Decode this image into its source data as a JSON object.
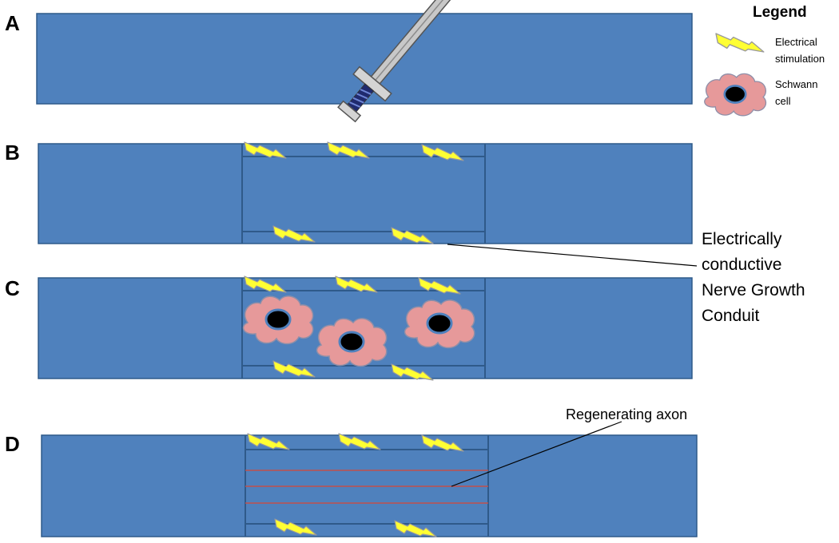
{
  "panels": {
    "a": "A",
    "b": "B",
    "c": "C",
    "d": "D"
  },
  "legend": {
    "title": "Legend",
    "stimulation_line1": "Electrical",
    "stimulation_line2": "stimulation",
    "schwann_line1": "Schwann",
    "schwann_line2": "cell"
  },
  "callouts": {
    "conduit_line1": "Electrically",
    "conduit_line2": "conductive",
    "conduit_line3": "Nerve Growth",
    "conduit_line4": "Conduit",
    "axon": "Regenerating axon"
  },
  "colors": {
    "nerve_fill": "#4f81bd",
    "nerve_stroke": "#2f5a8a",
    "bolt_fill": "#ffff33",
    "cell_fill": "#e6999a",
    "nucleus_fill": "#000000",
    "axon_line": "#c0504d"
  },
  "icons": [
    "sword-icon",
    "lightning-bolt-icon",
    "schwann-cell-icon"
  ]
}
